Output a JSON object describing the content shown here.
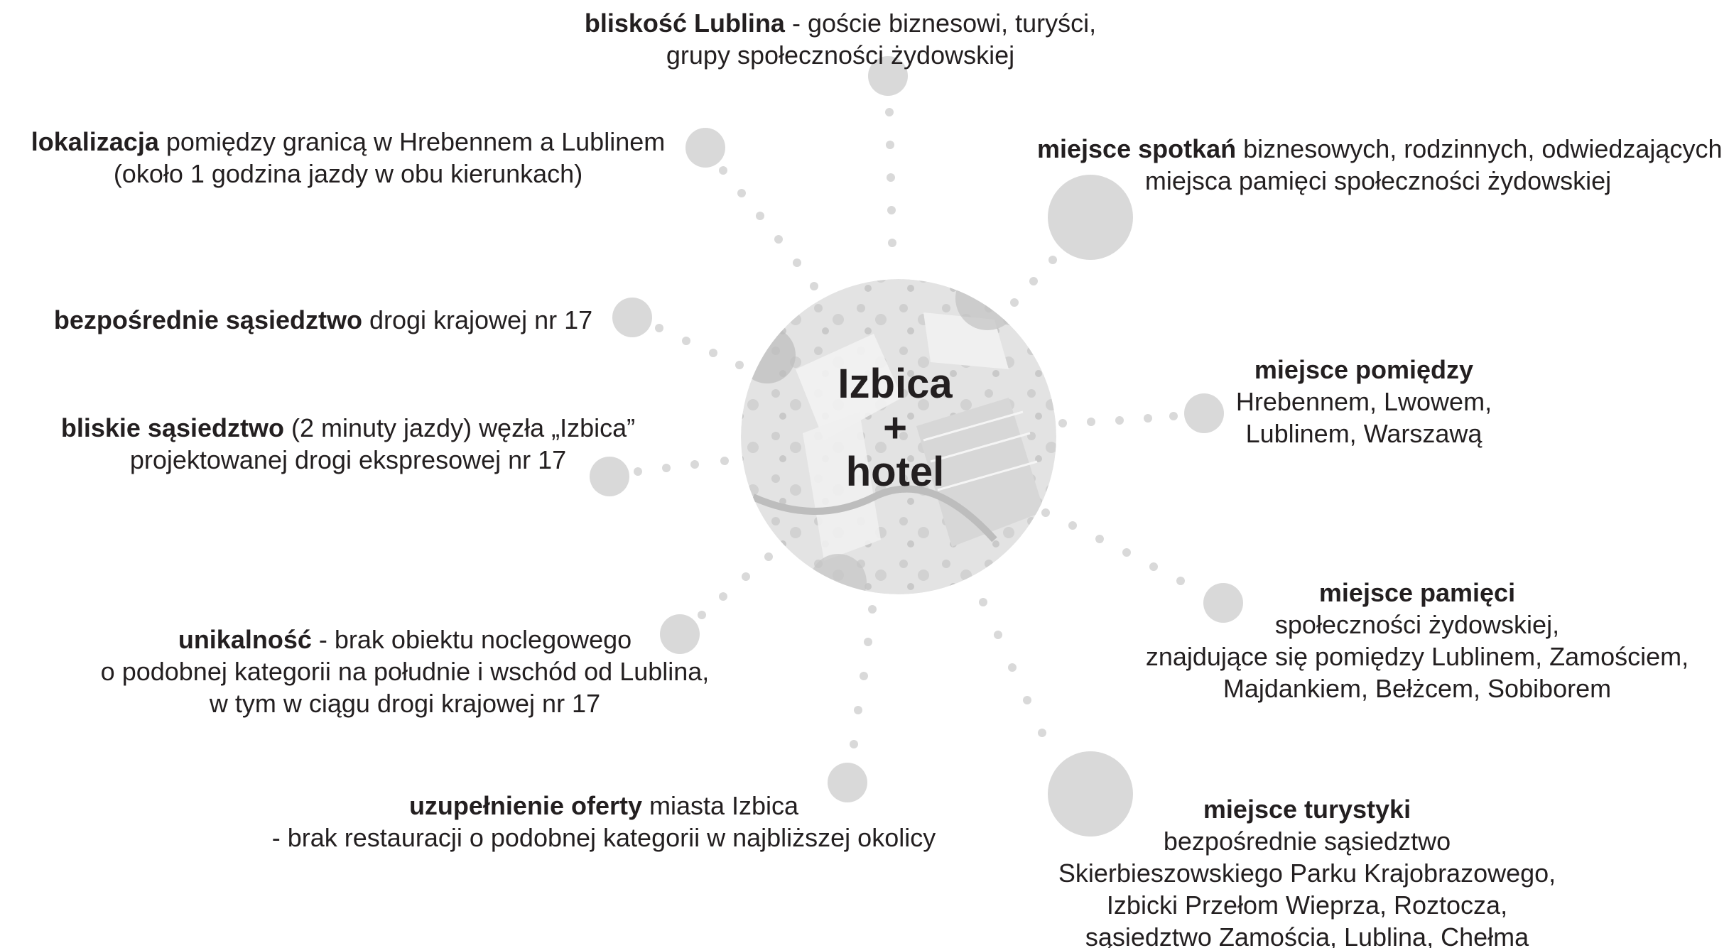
{
  "center": {
    "line1": "Izbica",
    "line2": "+",
    "line3": "hotel"
  },
  "nodes": {
    "lublin_proximity": {
      "bold": "bliskość Lublina",
      "rest": " - goście biznesowi, turyści,",
      "line2": "grupy społeczności żydowskiej"
    },
    "location": {
      "bold": "lokalizacja",
      "rest": " pomiędzy granicą w Hrebennem a Lublinem",
      "line2": "(około 1 godzina jazdy w obu kierunkach)"
    },
    "meeting_place": {
      "bold": "miejsce spotkań",
      "rest": " biznesowych, rodzinnych, odwiedzających",
      "line2": "miejsca pamięci społeczności żydowskiej"
    },
    "road_neighbourhood": {
      "bold": "bezpośrednie sąsiedztwo",
      "rest": " drogi krajowej nr 17"
    },
    "place_between": {
      "bold": "miejsce pomiędzy",
      "line2": "Hrebennem, Lwowem,",
      "line3": "Lublinem, Warszawą"
    },
    "junction_neighbourhood": {
      "bold": "bliskie sąsiedztwo",
      "rest": " (2 minuty jazdy) węzła „Izbica”",
      "line2": "projektowanej drogi ekspresowej nr 17"
    },
    "memorial_place": {
      "bold": "miejsce pamięci",
      "line2": "społeczności żydowskiej,",
      "line3": "znajdujące się pomiędzy Lublinem, Zamościem,",
      "line4": "Majdankiem, Bełżcem, Sobiborem"
    },
    "uniqueness": {
      "bold": "unikalność",
      "rest": " - brak obiektu noclegowego",
      "line2": "o podobnej kategorii na południe i wschód od Lublina,",
      "line3": "w tym w ciągu drogi krajowej nr 17"
    },
    "offer_supplement": {
      "bold": "uzupełnienie oferty",
      "rest": " miasta Izbica",
      "line2": "- brak restauracji o podobnej kategorii w najbliższej okolicy"
    },
    "tourism_place": {
      "bold": "miejsce turystyki",
      "line2": "bezpośrednie sąsiedztwo",
      "line3": "Skierbieszowskiego Parku Krajobrazowego,",
      "line4": "Izbicki Przełom Wieprza, Roztocza,",
      "line5": "sąsiedztwo Zamościa, Lublina, Chełma"
    }
  },
  "colors": {
    "node_fill": "#d9d9d9",
    "dot_fill": "#d9d9d9",
    "text": "#231f20",
    "center_photo_tint": "#c8c8c8"
  }
}
